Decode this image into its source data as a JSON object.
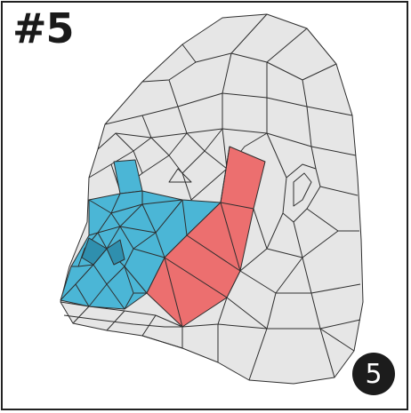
{
  "step_label": "#5",
  "step_badge": "5",
  "colors": {
    "base_fill": "#e6e6e6",
    "base_stroke": "#2e2e2e",
    "highlight_blue": "#4bb6d6",
    "highlight_red": "#ec6f6f",
    "badge": "#1c1c1c"
  },
  "icons": [
    "lowpoly-gorilla-head-model"
  ]
}
